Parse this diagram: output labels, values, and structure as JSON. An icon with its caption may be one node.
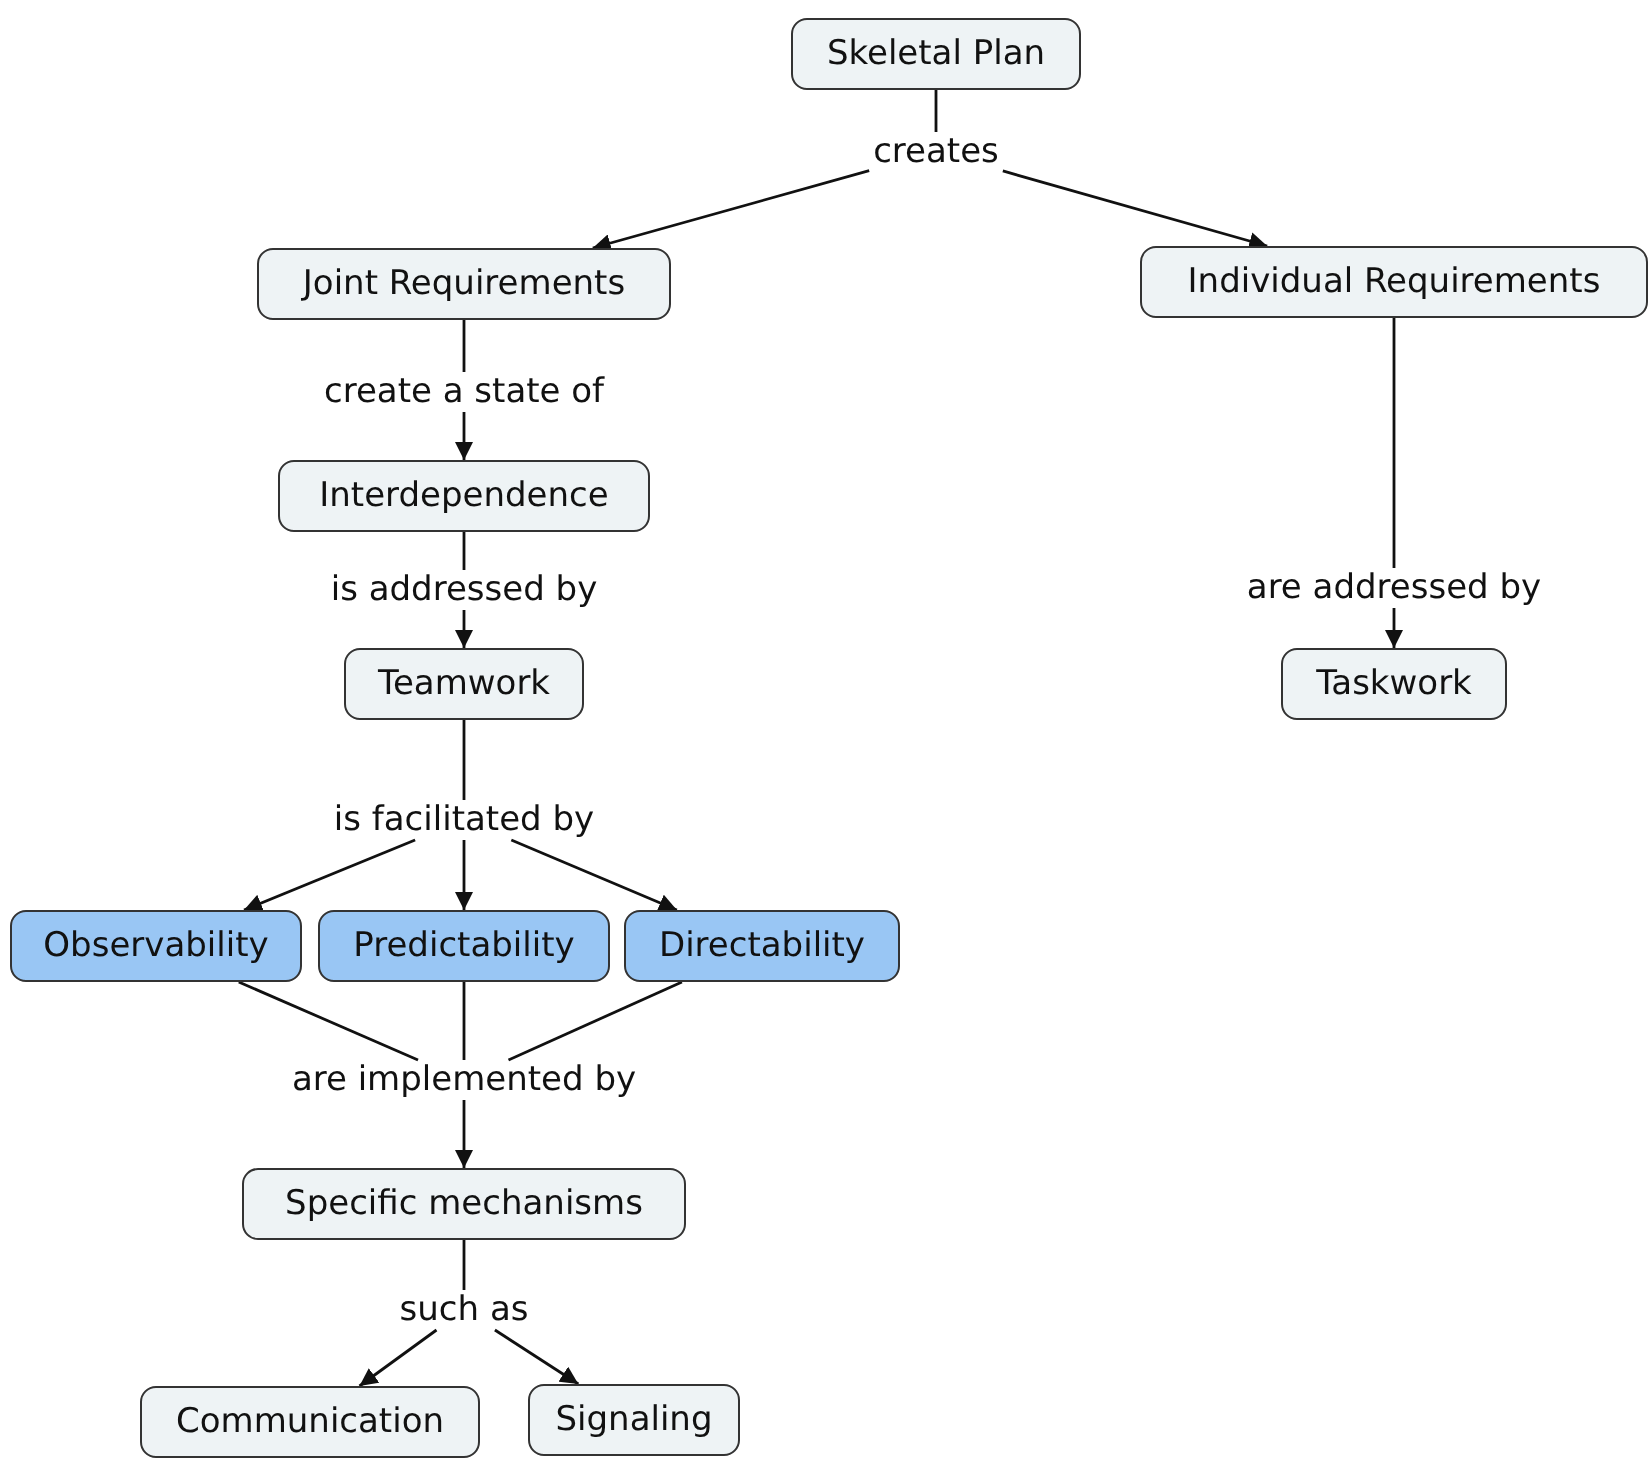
{
  "diagram": {
    "nodes": [
      {
        "text": [
          "Skeletal Plan"
        ]
      },
      {
        "text": [
          "creates"
        ]
      },
      {
        "text": [
          "Joint Requirements"
        ]
      },
      {
        "text": [
          "Individual Requirements"
        ]
      },
      {
        "text": [
          "create a state of"
        ]
      },
      {
        "text": [
          "Interdependence"
        ]
      },
      {
        "text": [
          "is addressed by"
        ]
      },
      {
        "text": [
          "Teamwork"
        ]
      },
      {
        "text": [
          "are addressed by"
        ]
      },
      {
        "text": [
          "Taskwork"
        ]
      },
      {
        "text": [
          "is facilitated by"
        ]
      },
      {
        "text": [
          "Observability"
        ]
      },
      {
        "text": [
          "Predictability"
        ]
      },
      {
        "text": [
          "Directability"
        ]
      },
      {
        "text": [
          "are implemented by"
        ]
      },
      {
        "text": [
          "Specific mechanisms"
        ]
      },
      {
        "text": [
          "such as"
        ]
      },
      {
        "text": [
          "Communication"
        ]
      },
      {
        "text": [
          "Signaling"
        ]
      }
    ],
    "edges": [
      {
        "from": 0,
        "to": 1,
        "arrow": "none"
      },
      {
        "from": 1,
        "to": 2,
        "arrow": "to"
      },
      {
        "from": 1,
        "to": 3,
        "arrow": "to"
      },
      {
        "from": 2,
        "to": 4,
        "arrow": "none"
      },
      {
        "from": 4,
        "to": 5,
        "arrow": "to"
      },
      {
        "from": 5,
        "to": 6,
        "arrow": "none"
      },
      {
        "from": 6,
        "to": 7,
        "arrow": "to"
      },
      {
        "from": 3,
        "to": 8,
        "arrow": "none"
      },
      {
        "from": 8,
        "to": 9,
        "arrow": "to"
      },
      {
        "from": 7,
        "to": 10,
        "arrow": "none"
      },
      {
        "from": 10,
        "to": 11,
        "arrow": "to"
      },
      {
        "from": 10,
        "to": 12,
        "arrow": "to"
      },
      {
        "from": 10,
        "to": 13,
        "arrow": "to"
      },
      {
        "from": 11,
        "to": 14,
        "arrow": "none"
      },
      {
        "from": 12,
        "to": 14,
        "arrow": "none"
      },
      {
        "from": 13,
        "to": 14,
        "arrow": "none"
      },
      {
        "from": 14,
        "to": 15,
        "arrow": "to"
      },
      {
        "from": 15,
        "to": 16,
        "arrow": "none"
      },
      {
        "from": 16,
        "to": 17,
        "arrow": "to"
      },
      {
        "from": 16,
        "to": 18,
        "arrow": "to"
      }
    ]
  }
}
